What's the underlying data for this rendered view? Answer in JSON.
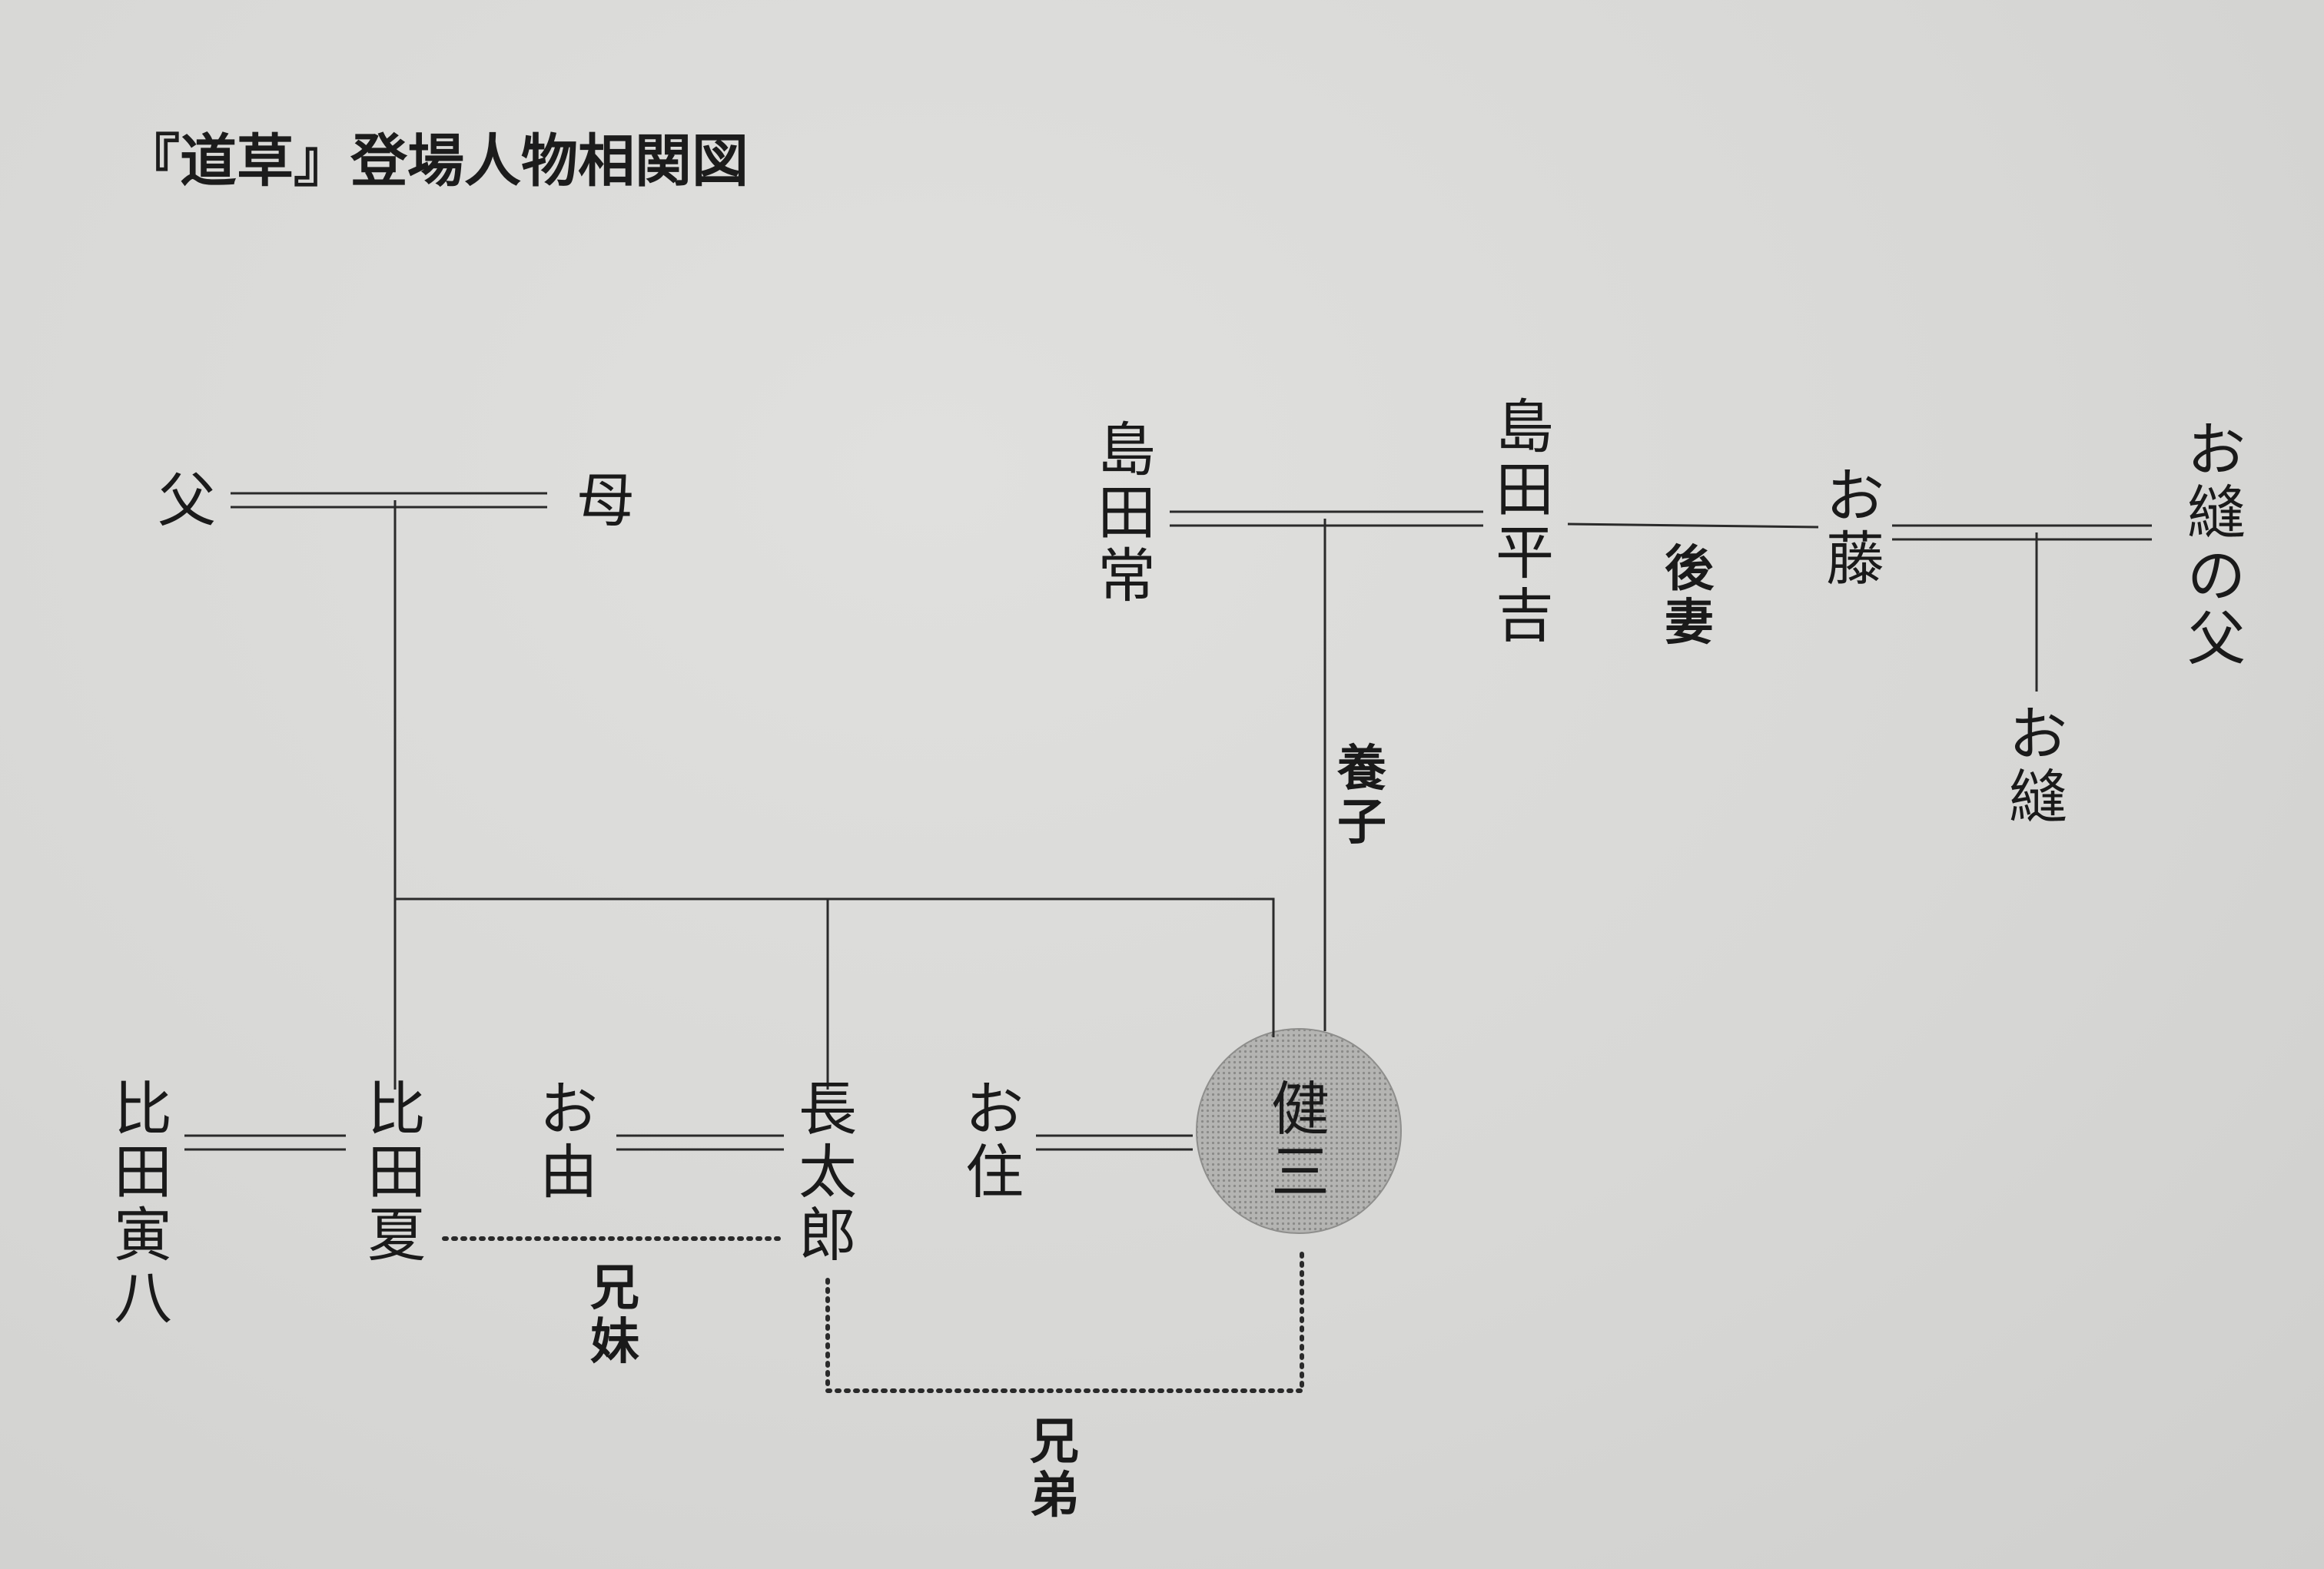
{
  "title": "『道草』登場人物相関図",
  "people": {
    "father": "父",
    "mother": "母",
    "shimada_tsune": "島田常",
    "shimada_heikichi": "島田平吉",
    "ofuji": "お藤",
    "onui_father": "お縫の父",
    "onui": "お縫",
    "hida_torahachi": "比田寅八",
    "hida_natsu": "比田夏",
    "oyoshi": "お由",
    "chotaro": "長太郎",
    "osumi": "お住",
    "kenzo": "健三"
  },
  "relations": {
    "second_wife": "後妻",
    "adopted_child": "養子",
    "siblings_brother_sister": "兄妹",
    "brothers": "兄弟"
  },
  "colors": {
    "highlight_fill": "#a9a9a9",
    "line": "#2a2a2a",
    "text": "#1a1a1a"
  }
}
